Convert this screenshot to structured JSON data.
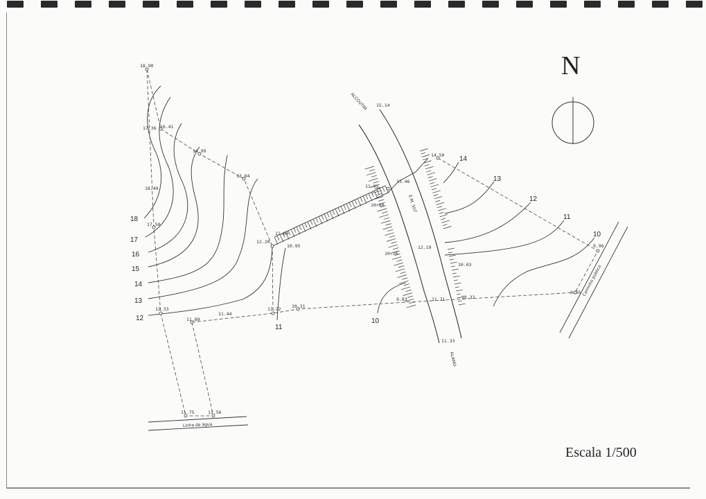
{
  "map": {
    "north_label": "N",
    "scale_label": "Escala 1/500",
    "road_name": "E.M. 507",
    "road_end_labels": {
      "north": "ALCOUTIM",
      "south": "ALAMO"
    },
    "water_line_label": "Linha de água",
    "path_label": "Caminho público",
    "contour_labels_left": [
      "18",
      "17",
      "16",
      "15",
      "14",
      "13",
      "12"
    ],
    "contour_labels_right": [
      "14",
      "13",
      "12",
      "11",
      "10"
    ],
    "contour_labels_other": [
      "11",
      "10"
    ],
    "spot_heights": [
      "18.90",
      "17.36",
      "16.41",
      "14.99",
      "13.84",
      "18.49",
      "17.50",
      "12.20",
      "11.69",
      "10.95",
      "11.95",
      "13.46",
      "10.80",
      "14.50",
      "15.14",
      "12.19",
      "10.26",
      "10.03",
      "9.83",
      "11.71",
      "10.32",
      "11.33",
      "9.96",
      "9.35",
      "12.33",
      "11.89",
      "11.44",
      "11.22",
      "10.31",
      "11.75",
      "11.56"
    ]
  },
  "colors": {
    "ink": "#222222",
    "paper": "#fbfbfa",
    "binding": "#2a2a2a"
  }
}
